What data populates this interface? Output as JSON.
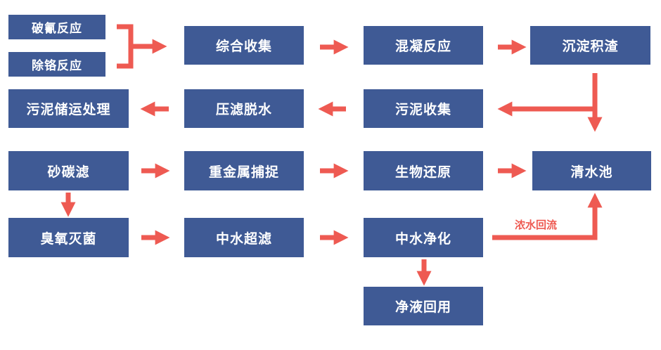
{
  "colors": {
    "box": "#3f5a95",
    "box_text": "#ffffff",
    "arrow": "#ee5a52"
  },
  "nodes": {
    "pohuan": "破氰反应",
    "chuge": "除铬反应",
    "zonghe": "综合收集",
    "hunning": "混凝反应",
    "chendian": "沉淀积渣",
    "wunichuyun": "污泥储运处理",
    "yalv": "压滤脱水",
    "wunishouji": "污泥收集",
    "shatan": "砂碳滤",
    "zhongjinshu": "重金属捕捉",
    "shengwu": "生物还原",
    "qingshuichi": "清水池",
    "chouyang": "臭氧灭菌",
    "zhongshuichaolv": "中水超滤",
    "zhongshuijinghua": "中水净化",
    "jingyehuiyong": "净液回用"
  },
  "labels": {
    "nongshui": "浓水回流"
  }
}
